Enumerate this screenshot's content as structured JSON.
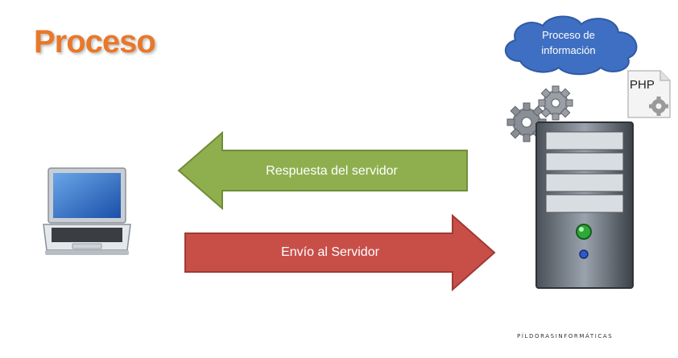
{
  "slide": {
    "title": "Proceso",
    "title_color": "#e8782a",
    "cloud": {
      "text_line1": "Proceso de",
      "text_line2": "información",
      "color": "#3f6fc2"
    },
    "php_doc": {
      "label": "PHP",
      "icon": "php-document-icon"
    },
    "gears_icon": "gears-icon",
    "server_icon": "server-tower-icon",
    "laptop_icon": "laptop-icon",
    "response_arrow": {
      "label": "Respuesta del servidor",
      "color": "#8faf4f",
      "direction": "left"
    },
    "request_arrow": {
      "label": "Envío al Servidor",
      "color": "#c84f48",
      "direction": "right"
    },
    "footer": "PÍLDORASINFORMÁTICAS"
  }
}
